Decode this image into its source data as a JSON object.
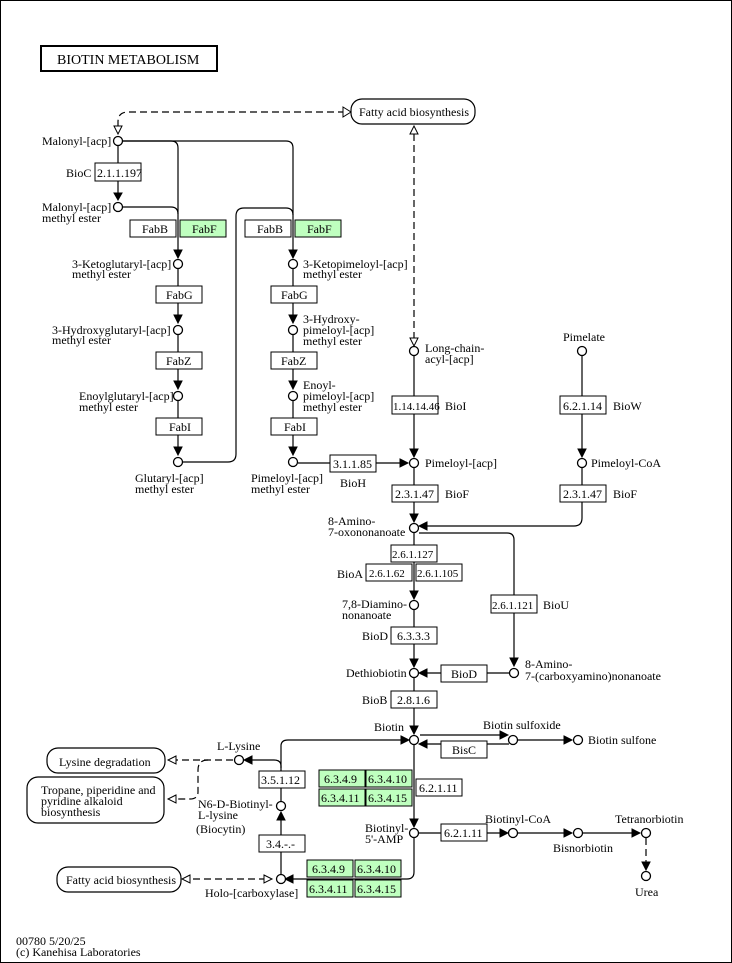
{
  "title": "BIOTIN  METABOLISM",
  "footer": {
    "map_id_date": "00780 5/20/25",
    "copyright": "(c) Kanehisa Laboratories"
  },
  "colors": {
    "highlight_green": "#bfffbf",
    "line": "#000000",
    "background": "#ffffff"
  },
  "maps": {
    "fatty_acid_top": "Fatty acid biosynthesis",
    "lysine_degradation": "Lysine degradation",
    "tropane_1": "Tropane, piperidine and",
    "tropane_2": "pyridine alkaloid",
    "tropane_3": "biosynthesis",
    "fatty_acid_bottom": "Fatty acid biosynthesis"
  },
  "compounds": {
    "malonyl_acp": "Malonyl-[acp]",
    "malonyl_acp_me_1": "Malonyl-[acp]",
    "malonyl_acp_me_2": "methyl ester",
    "ketoglutaryl_1": "3-Ketoglutaryl-[acp]",
    "ketoglutaryl_2": "methyl ester",
    "hydroxyglutaryl_1": "3-Hydroxyglutaryl-[acp]",
    "hydroxyglutaryl_2": "methyl ester",
    "enoylglutaryl_1": "Enoylglutaryl-[acp]",
    "enoylglutaryl_2": "methyl ester",
    "glutaryl_1": "Glutaryl-[acp]",
    "glutaryl_2": "methyl ester",
    "ketopimeloyl_1": "3-Ketopimeloyl-[acp]",
    "ketopimeloyl_2": "methyl ester",
    "hydroxypimeloyl_1": "3-Hydroxy-",
    "hydroxypimeloyl_2": "pimeloyl-[acp]",
    "hydroxypimeloyl_3": "methyl ester",
    "enoylpimeloyl_1": "Enoyl-",
    "enoylpimeloyl_2": "pimeloyl-[acp]",
    "enoylpimeloyl_3": "methyl ester",
    "pimeloyl_acp_me_1": "Pimeloyl-[acp]",
    "pimeloyl_acp_me_2": "methyl ester",
    "long_chain_1": "Long-chain-",
    "long_chain_2": "acyl-[acp]",
    "pimeloyl_acp": "Pimeloyl-[acp]",
    "pimelate": "Pimelate",
    "pimeloyl_coa": "Pimeloyl-CoA",
    "amino_oxo_1": "8-Amino-",
    "amino_oxo_2": "7-oxononanoate",
    "diamino_1": "7,8-Diamino-",
    "diamino_2": "nonanoate",
    "carboxyamino_1": "8-Amino-",
    "carboxyamino_2": "7-(carboxyamino)nonanoate",
    "dethiobiotin": "Dethiobiotin",
    "biotin": "Biotin",
    "biotin_sulfoxide": "Biotin sulfoxide",
    "biotin_sulfone": "Biotin sulfone",
    "l_lysine": "L-Lysine",
    "biocytin_1": "N6-D-Biotinyl-",
    "biocytin_2": "L-lysine",
    "biocytin_3": "(Biocytin)",
    "biotinyl_amp_1": "Biotinyl-",
    "biotinyl_amp_2": "5'-AMP",
    "holo_carboxylase": "Holo-[carboxylase]",
    "biotinyl_coa": "Biotinyl-CoA",
    "bisnorbiotin": "Bisnorbiotin",
    "tetranorbiotin": "Tetranorbiotin",
    "urea": "Urea"
  },
  "enzymes": {
    "ec_2_1_1_197": "2.1.1.197",
    "fabB_1": "FabB",
    "fabF_1": "FabF",
    "fabB_2": "FabB",
    "fabF_2": "FabF",
    "fabG_1": "FabG",
    "fabZ_1": "FabZ",
    "fabI_1": "FabI",
    "fabG_2": "FabG",
    "fabZ_2": "FabZ",
    "fabI_2": "FabI",
    "ec_3_1_1_85": "3.1.1.85",
    "ec_1_14_14_46": "1.14.14.46",
    "ec_6_2_1_14": "6.2.1.14",
    "ec_2_3_1_47_a": "2.3.1.47",
    "ec_2_3_1_47_b": "2.3.1.47",
    "ec_2_6_1_127": "2.6.1.127",
    "ec_2_6_1_62": "2.6.1.62",
    "ec_2_6_1_105": "2.6.1.105",
    "ec_2_6_1_121": "2.6.1.121",
    "ec_6_3_3_3": "6.3.3.3",
    "bioD": "BioD",
    "ec_2_8_1_6": "2.8.1.6",
    "bisC": "BisC",
    "ec_3_5_1_12": "3.5.1.12",
    "ec_6_3_4_9_a": "6.3.4.9",
    "ec_6_3_4_10_a": "6.3.4.10",
    "ec_6_3_4_11_a": "6.3.4.11",
    "ec_6_3_4_15_a": "6.3.4.15",
    "ec_6_2_1_11_a": "6.2.1.11",
    "ec_3_4": "3.4.-.-",
    "ec_6_3_4_9_b": "6.3.4.9",
    "ec_6_3_4_10_b": "6.3.4.10",
    "ec_6_3_4_11_b": "6.3.4.11",
    "ec_6_3_4_15_b": "6.3.4.15",
    "ec_6_2_1_11_b": "6.2.1.11"
  },
  "gene_labels": {
    "bioC": "BioC",
    "bioH": "BioH",
    "bioI": "BioI",
    "bioW": "BioW",
    "bioF_a": "BioF",
    "bioF_b": "BioF",
    "bioA": "BioA",
    "bioU": "BioU",
    "bioD": "BioD",
    "bioB": "BioB"
  }
}
